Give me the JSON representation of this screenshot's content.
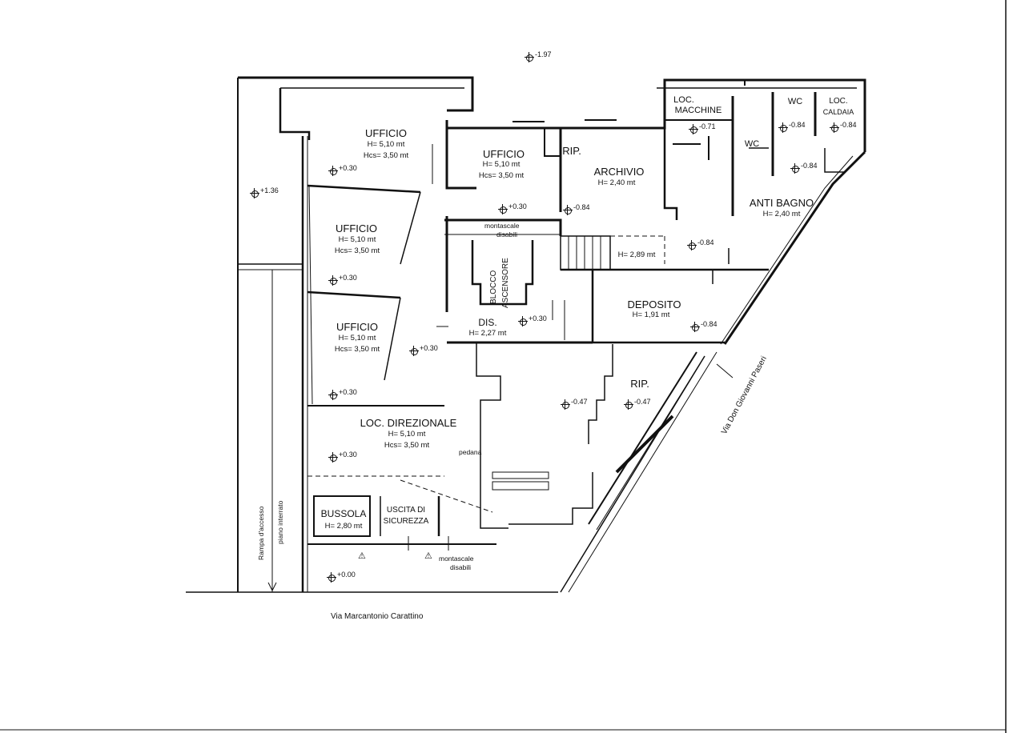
{
  "rooms": {
    "ufficio_1": {
      "name": "UFFICIO",
      "h": "H= 5,10 mt",
      "hcs": "Hcs= 3,50 mt"
    },
    "ufficio_2": {
      "name": "UFFICIO",
      "h": "H= 5,10 mt",
      "hcs": "Hcs= 3,50 mt"
    },
    "ufficio_3": {
      "name": "UFFICIO",
      "h": "H= 5,10 mt",
      "hcs": "Hcs= 3,50 mt"
    },
    "ufficio_4": {
      "name": "UFFICIO",
      "h": "H= 5,10 mt",
      "hcs": "Hcs= 3,50 mt"
    },
    "loc_direzionale": {
      "name": "LOC. DIREZIONALE",
      "h": "H= 5,10 mt",
      "hcs": "Hcs= 3,50 mt"
    },
    "archivio": {
      "name": "ARCHIVIO",
      "h": "H= 2,40 mt"
    },
    "rip_top": {
      "name": "RIP."
    },
    "rip_bottom": {
      "name": "RIP."
    },
    "loc_macchine": {
      "name_1": "LOC.",
      "name_2": "MACCHINE"
    },
    "wc_1": {
      "name": "WC"
    },
    "wc_2": {
      "name": "WC"
    },
    "loc_caldaia": {
      "name_1": "LOC.",
      "name_2": "CALDAIA"
    },
    "anti_bagno": {
      "name": "ANTI BAGNO",
      "h": "H= 2,40 mt"
    },
    "deposito": {
      "name": "DEPOSITO",
      "h": "H= 1,91 mt"
    },
    "dis": {
      "name": "DIS.",
      "h": "H= 2,27 mt"
    },
    "bussola": {
      "name": "BUSSOLA",
      "h": "H= 2,80 mt"
    },
    "uscita": {
      "name_1": "USCITA DI",
      "name_2": "SICUREZZA"
    },
    "blocco": {
      "name_1": "BLOCCO",
      "name_2": "ASCENSORE"
    },
    "stair": {
      "h": "H= 2,89 mt"
    }
  },
  "notes": {
    "montascale_top_1": "montascale",
    "montascale_top_2": "disabili",
    "montascale_bottom_1": "montascale",
    "montascale_bottom_2": "disabili",
    "pedana": "pedana",
    "rampa_1": "Rampa d'accesso",
    "rampa_2": "piano interrato"
  },
  "levels": {
    "top": "-1.97",
    "l_plus136": "+1.36",
    "u1": "+0.30",
    "u2": "+0.30",
    "u3": "+0.30",
    "u4": "+0.30",
    "corr": "+0.30",
    "dir": "+0.30",
    "dis": "+0.30",
    "entry": "+0.00",
    "archivio": "-0.84",
    "macchine": "-0.71",
    "wc1": "-0.84",
    "caldaia": "-0.84",
    "wc2": "-0.84",
    "stair_right": "-0.84",
    "deposito": "-0.84",
    "rip1": "-0.47",
    "rip2": "-0.47"
  },
  "streets": {
    "bottom": "Via Marcantonio Carattino",
    "right": "Via Don Giovanni Paseri"
  }
}
